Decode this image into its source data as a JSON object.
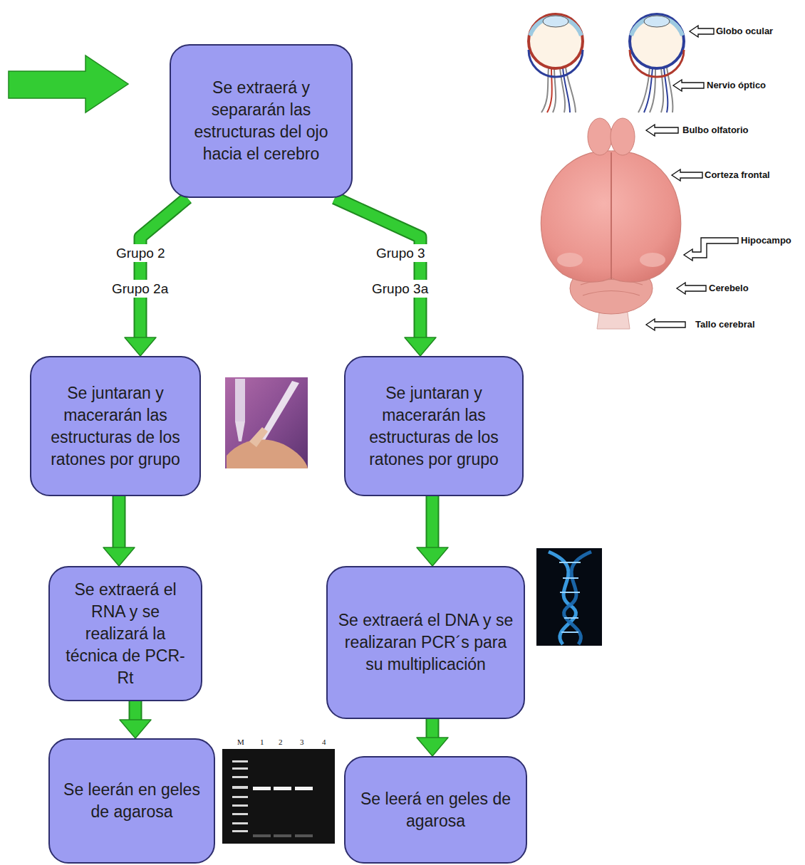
{
  "diagram": {
    "nodes": [
      {
        "text": [
          "Se extraerá y separarán las estructuras del ojo hacia el cerebro"
        ]
      },
      {
        "text": [
          "Se juntaran y macerarán las estructuras de los ratones por grupo"
        ]
      },
      {
        "text": [
          "Se juntaran y macerarán las estructuras de los ratones por grupo"
        ]
      },
      {
        "text": [
          "Se extraerá el RNA y se realizará la técnica de PCR-Rt"
        ]
      },
      {
        "text": [
          "Se extraerá el DNA y se realizaran PCR´s para su multiplicación"
        ]
      },
      {
        "text": [
          "Se leerán en geles de agarosa"
        ]
      },
      {
        "text": [
          "Se leerá en geles de agarosa"
        ]
      }
    ],
    "edges": [
      {
        "from": 0,
        "to": 1,
        "arrow": "to"
      },
      {
        "from": 0,
        "to": 2,
        "arrow": "to"
      },
      {
        "from": 1,
        "to": 3,
        "arrow": "to"
      },
      {
        "from": 2,
        "to": 4,
        "arrow": "to"
      },
      {
        "from": 3,
        "to": 5,
        "arrow": "to"
      },
      {
        "from": 4,
        "to": 6,
        "arrow": "to"
      }
    ],
    "labels": [
      "Grupo 2",
      "Grupo 2a",
      "Grupo 3",
      "Grupo 3a",
      "Globo ocular",
      "Nervio óptico",
      "Bulbo olfatorio",
      "Corteza frontal",
      "Hipocampo",
      "Cerebelo",
      "Tallo cerebral",
      "M",
      "1",
      "2",
      "3",
      "4"
    ]
  }
}
